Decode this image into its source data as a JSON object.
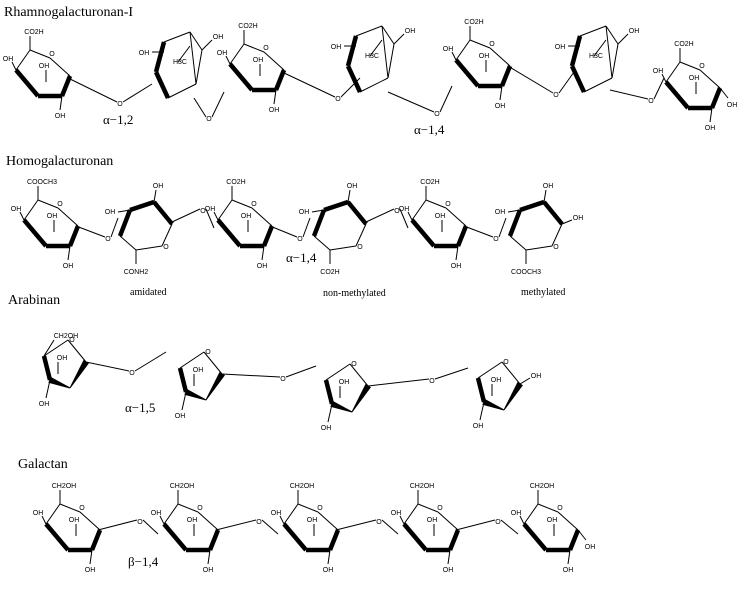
{
  "titles": {
    "rg1": "Rhamnogalacturonan-I",
    "hg": "Homogalacturonan",
    "arabinan": "Arabinan",
    "galactan": "Galactan"
  },
  "linkages": {
    "rg1_a": "α−1,2",
    "rg1_b": "α−1,4",
    "hg": "α−1,4",
    "arabinan": "α−1,5",
    "galactan": "β−1,4"
  },
  "hg_labels": {
    "amidated": "amidated",
    "non_methylated": "non-methylated",
    "methylated": "methylated"
  },
  "groups": {
    "oh": "OH",
    "co2h": "CO2H",
    "cooch3": "COOCH3",
    "conh2": "CONH2",
    "ch2oh": "CH2OH",
    "h3c": "H3C",
    "ring_o": "O"
  }
}
